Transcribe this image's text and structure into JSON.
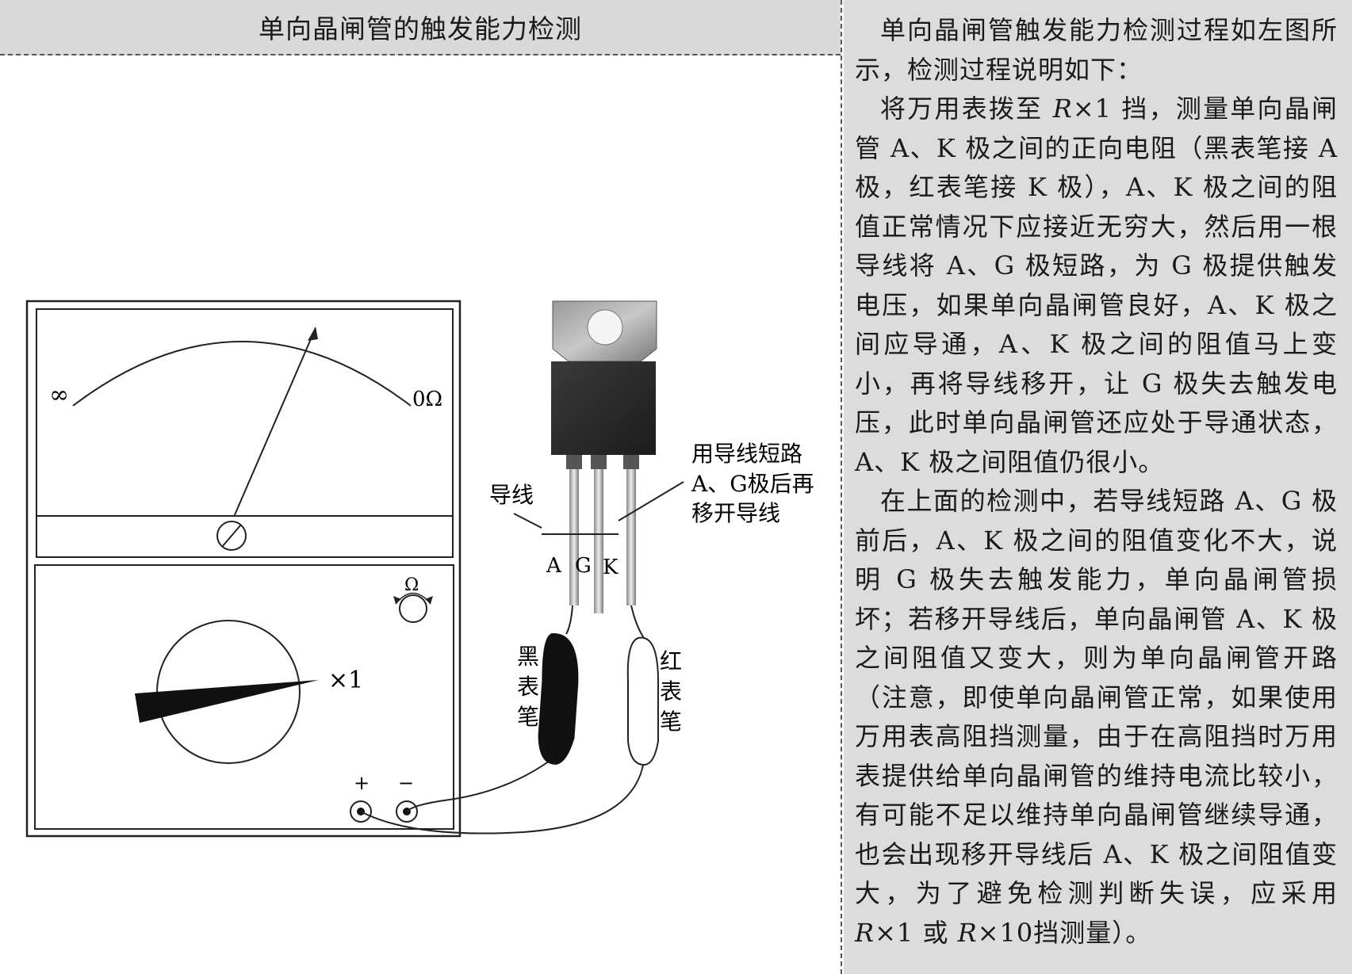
{
  "figure": {
    "header_title": "单向晶闸管的触发能力检测",
    "meter": {
      "scale_left": "∞",
      "scale_right": "0Ω",
      "range_label": "×1",
      "ohm_knob_label": "Ω",
      "terminal_plus": "+",
      "terminal_minus": "−"
    },
    "labels": {
      "wire": "导线",
      "pin_a": "A",
      "pin_g": "G",
      "pin_k": "K",
      "short_note_line1": "用导线短路",
      "short_note_line2": "A、G极后再",
      "short_note_line3": "移开导线",
      "black_probe": [
        "黑",
        "表",
        "笔"
      ],
      "red_probe": [
        "红",
        "表",
        "笔"
      ]
    }
  },
  "text_panel": {
    "paragraph1": "单向晶闸管触发能力检测过程如左图所示，检测过程说明如下：",
    "paragraph2_parts": {
      "before_r": "将万用表拨至 ",
      "r": "R",
      "after_r": "×1 挡，测量单向晶闸管 A、K 极之间的正向电阻（黑表笔接 A 极，红表笔接 K 极），A、K 极之间的阻值正常情况下应接近无穷大，然后用一根导线将 A、G 极短路，为 G 极提供触发电压，如果单向晶闸管良好，A、K 极之间应导通，A、K 极之间的阻值马上变小，再将导线移开，让 G 极失去触发电压，此时单向晶闸管还应处于导通状态，A、K 极之间阻值仍很小。"
    },
    "paragraph3_parts": {
      "main": "在上面的检测中，若导线短路 A、G 极前后，A、K 极之间的阻值变化不大，说明 G 极失去触发能力，单向晶闸管损坏；若移开导线后，单向晶闸管 A、K 极之间阻值又变大，则为单向晶闸管开路（注意，即使单向晶闸管正常，如果使用万用表高阻挡测量，由于在高阻挡时万用表提供给单向晶闸管的维持电流比较小，有可能不足以维持单向晶闸管继续导通，也会出现移开导线后 A、K 极之间阻值变大，为了避免检测判断失误，应采用 ",
      "r1": "R",
      "mid": "×1 或 ",
      "r2": "R",
      "end": "×10挡测量）。"
    }
  }
}
